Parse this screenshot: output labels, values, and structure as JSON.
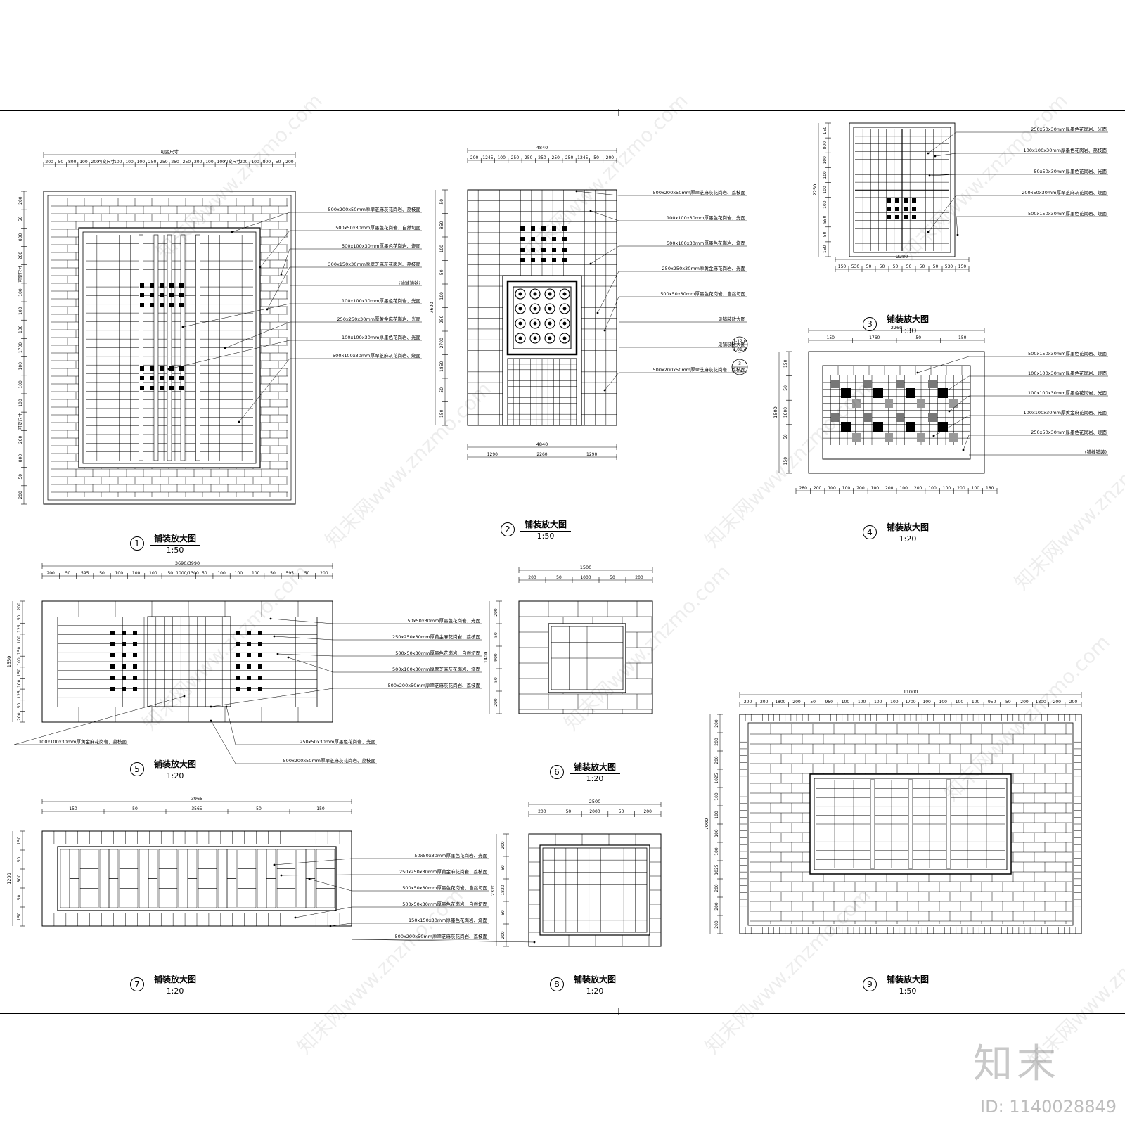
{
  "sheet": {
    "brand": "知末",
    "image_id": "ID: 1140028849",
    "watermark": "知末网www.znzmo.com"
  },
  "drawings": [
    {
      "num": "1",
      "title": "铺装放大图",
      "scale": "1:50",
      "top_dims": [
        "200",
        "50",
        "800",
        "100",
        "200",
        "可变尺寸",
        "100",
        "100",
        "100",
        "250",
        "250",
        "250",
        "250",
        "200",
        "100",
        "100",
        "可变尺寸",
        "200",
        "100",
        "800",
        "50",
        "200"
      ],
      "top_total": "可变尺寸",
      "left_dims": [
        "200",
        "50",
        "800",
        "200",
        "可变尺寸",
        "100",
        "100",
        "100",
        "1700",
        "100",
        "100",
        "100",
        "可变尺寸",
        "200",
        "800",
        "50",
        "200"
      ],
      "labels": [
        "500x200x50mm厚翠芝麻灰花岗岩、荔枝面",
        "500x50x30mm厚墨色花岗岩、自然切面",
        "500x100x30mm厚墨色花岗岩、烧面",
        "300x150x30mm厚翠芝麻灰花岗岩、荔枝面",
        "(错缝铺装)",
        "100x100x30mm厚墨色花岗岩、光面",
        "250x250x30mm厚黄金麻花岗岩、光面",
        "100x100x30mm厚墨色花岗岩、光面",
        "500x100x30mm厚翠芝麻灰花岗岩、烧面"
      ]
    },
    {
      "num": "2",
      "title": "铺装放大图",
      "scale": "1:50",
      "top_total": "4840",
      "top_dims": [
        "200",
        "1245",
        "100",
        "250",
        "250",
        "250",
        "250",
        "250",
        "1245",
        "50",
        "200"
      ],
      "left_dims": [
        "50",
        "850",
        "100",
        "50",
        "100",
        "250",
        "2700",
        "1850",
        "50",
        "150"
      ],
      "left_total": "7600",
      "bottom_dims": [
        "1290",
        "2260",
        "1290"
      ],
      "bottom_total": "4840",
      "labels": [
        "500x200x50mm厚翠芝麻灰花岗岩、荔枝面",
        "100x100x30mm厚墨色花岗岩、光面",
        "500x100x30mm厚墨色花岗岩、烧面",
        "250x250x30mm厚黄金麻花岗岩、光面",
        "500x50x30mm厚墨色花岗岩、自然切面",
        "见铺装放大图",
        "见铺装放大图",
        "500x200x50mm厚翠芝麻灰花岗岩、荔枝面"
      ],
      "refs": [
        "1-12.0",
        "1.01.4",
        "3",
        "LP"
      ]
    },
    {
      "num": "3",
      "title": "铺装放大图",
      "scale": "1:30",
      "left_total": "2250",
      "left_dims": [
        "150",
        "800",
        "100",
        "100",
        "100",
        "100",
        "550",
        "50",
        "150"
      ],
      "bottom_dims": [
        "150",
        "530",
        "50",
        "50",
        "50",
        "50",
        "50",
        "50",
        "530",
        "150"
      ],
      "bottom_total": "2280",
      "labels": [
        "250x50x30mm厚墨色花岗岩、光面",
        "100x100x30mm厚墨色花岗岩、荔枝面",
        "50x50x30mm厚墨色花岗岩、光面",
        "200x50x30mm厚翠芝麻灰花岗岩、烧面",
        "500x150x30mm厚墨色花岗岩、烧面"
      ]
    },
    {
      "num": "4",
      "title": "铺装放大图",
      "scale": "1:20",
      "top_total": "2260",
      "top_dims": [
        "150",
        "1760",
        "50",
        "150"
      ],
      "left_total": "1500",
      "left_dims": [
        "150",
        "50",
        "1000",
        "50",
        "150"
      ],
      "bottom_dims": [
        "280",
        "200",
        "100",
        "100",
        "200",
        "100",
        "200",
        "100",
        "200",
        "100",
        "100",
        "200",
        "100",
        "180"
      ],
      "labels": [
        "500x150x30mm厚墨色花岗岩、烧面",
        "100x100x30mm厚墨色花岗岩、烧面",
        "100x100x30mm厚墨色花岗岩、光面",
        "100x100x30mm厚黄金麻花岗岩、光面",
        "250x50x30mm厚墨色花岗岩、烧面",
        "(错缝铺装)"
      ]
    },
    {
      "num": "5",
      "title": "铺装放大图",
      "scale": "1:20",
      "top_total": "3690/3990",
      "top_dims": [
        "200",
        "50",
        "595",
        "50",
        "100",
        "100",
        "100",
        "50",
        "1000/1300",
        "50",
        "100",
        "100",
        "100",
        "50",
        "595",
        "50",
        "200"
      ],
      "left_total": "1550",
      "left_dims": [
        "200",
        "50",
        "125",
        "100",
        "150",
        "100",
        "150",
        "100",
        "125",
        "50",
        "200"
      ],
      "labels": [
        "50x50x30mm厚墨色花岗岩、光面",
        "250x250x30mm厚黄金麻花岗岩、荔枝面",
        "500x50x30mm厚墨色花岗岩、自然切面",
        "500x100x30mm厚翠芝麻灰花岗岩、烧面",
        "500x200x50mm厚翠芝麻灰花岗岩、荔枝面",
        "100x100x30mm厚黄金麻花岗岩、荔枝面",
        "250x50x30mm厚墨色花岗岩、光面",
        "500x200x50mm厚翠芝麻灰花岗岩、荔枝面"
      ]
    },
    {
      "num": "6",
      "title": "铺装放大图",
      "scale": "1:20",
      "top_total": "1500",
      "top_dims": [
        "200",
        "50",
        "1000",
        "50",
        "200"
      ],
      "left_total": "1400",
      "left_dims": [
        "200",
        "50",
        "900",
        "50",
        "200"
      ]
    },
    {
      "num": "7",
      "title": "铺装放大图",
      "scale": "1:20",
      "top_total": "3965",
      "top_dims": [
        "150",
        "50",
        "3565",
        "50",
        "150"
      ],
      "left_total": "1200",
      "left_dims": [
        "150",
        "50",
        "800",
        "50",
        "150"
      ],
      "labels": [
        "50x50x30mm厚墨色花岗岩、光面",
        "250x250x30mm厚黄金麻花岗岩、荔枝面",
        "500x50x30mm厚墨色花岗岩、自然切面",
        "500x50x30mm厚墨色花岗岩、自然切面",
        "150x150x30mm厚墨色花岗岩、烧面",
        "500x200x50mm厚翠芝麻灰花岗岩、荔枝面"
      ]
    },
    {
      "num": "8",
      "title": "铺装放大图",
      "scale": "1:20",
      "top_total": "2500",
      "top_dims": [
        "200",
        "50",
        "2000",
        "50",
        "200"
      ],
      "left_total": "2320",
      "left_dims": [
        "200",
        "50",
        "1820",
        "50",
        "200"
      ]
    },
    {
      "num": "9",
      "title": "铺装放大图",
      "scale": "1:50",
      "top_total": "11000",
      "top_dims": [
        "200",
        "200",
        "1800",
        "200",
        "50",
        "950",
        "100",
        "100",
        "100",
        "100",
        "1700",
        "100",
        "100",
        "100",
        "100",
        "950",
        "50",
        "200",
        "1800",
        "200",
        "200"
      ],
      "left_total": "7000",
      "left_dims": [
        "200",
        "200",
        "200",
        "1025",
        "100",
        "100",
        "100",
        "100",
        "1025",
        "200",
        "200",
        "200"
      ]
    }
  ]
}
